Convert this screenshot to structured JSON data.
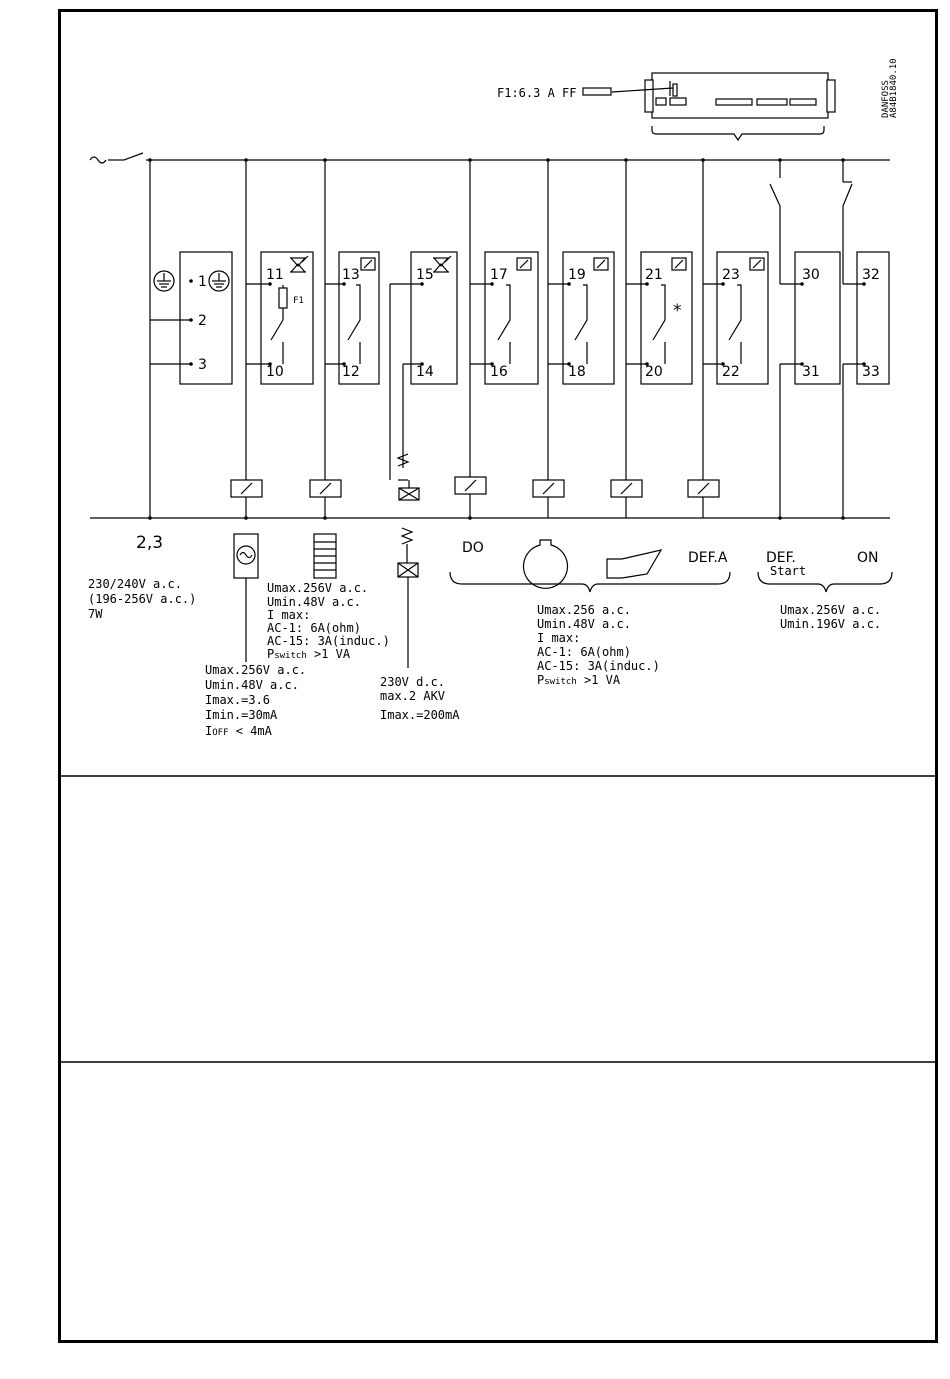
{
  "fuse_label": "F1:6.3 A FF",
  "brand_text": [
    "DANFOSS",
    "A84B1840.10"
  ],
  "terminal_groups": [
    {
      "id": "supply",
      "terminals": [
        "1",
        "2",
        "3"
      ]
    },
    {
      "id": "t11",
      "top": "11",
      "bottom": "10",
      "fuse": "F1"
    },
    {
      "id": "t13",
      "top": "13",
      "bottom": "12"
    },
    {
      "id": "t15",
      "top": "15",
      "bottom": "14"
    },
    {
      "id": "t17",
      "top": "17",
      "bottom": "16"
    },
    {
      "id": "t19",
      "top": "19",
      "bottom": "18"
    },
    {
      "id": "t21",
      "top": "21",
      "bottom": "20",
      "mark": "*"
    },
    {
      "id": "t23",
      "top": "23",
      "bottom": "22"
    },
    {
      "id": "t30",
      "top": "30",
      "bottom": "31"
    },
    {
      "id": "t32",
      "top": "32",
      "bottom": "33"
    }
  ],
  "supply_label": "2,3",
  "supply_spec": [
    "230/240V a.c.",
    "(196-256V a.c.)",
    "7W"
  ],
  "fan_spec": [
    "Umax.256V  a.c.",
    "Umin.48V  a.c.",
    "Imax.=3.6",
    "Imin.=30mA",
    "I",
    "OFF",
    " < 4mA"
  ],
  "heater_spec": [
    "Umax.256V  a.c.",
    "Umin.48V  a.c.",
    "I max:",
    "AC-1:  6A(ohm)",
    "AC-15:  3A(induc.)",
    "P",
    "switch",
    " >1  VA"
  ],
  "valve_spec": [
    "230V  d.c.",
    "max.2  AKV",
    "Imax.=200mA"
  ],
  "outputs_labels": {
    "do": "DO",
    "defa": "DEF.A"
  },
  "outputs_spec": [
    "Umax.256  a.c.",
    "Umin.48V  a.c.",
    "I max:",
    "AC-1:  6A(ohm)",
    "AC-15:  3A(induc.)",
    "P",
    "switch",
    " >1  VA"
  ],
  "inputs_labels": {
    "def": "DEF.",
    "start": "Start",
    "on": "ON"
  },
  "inputs_spec": [
    "Umax.256V  a.c.",
    "Umin.196V  a.c."
  ]
}
